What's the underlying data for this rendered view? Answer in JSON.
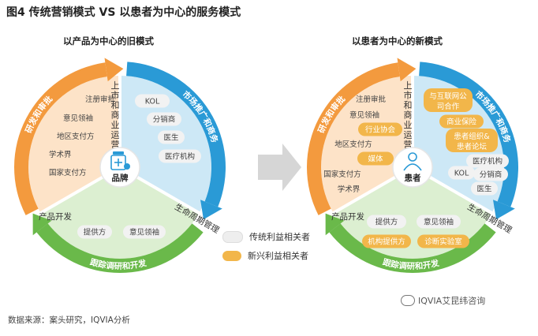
{
  "title": "图4 传统营销模式 VS 以患者为中心的服务模式",
  "left": {
    "subtitle": "以产品为中心的旧模式",
    "center_label": "品牌",
    "center_icon": "medicine-bottle-icon",
    "vertical_label": "上市和商业运营",
    "arc_left": "研发和审批",
    "arc_right": "市场推广和商务",
    "arc_bottom": "跟踪调研和开发",
    "side_left": "产品开发",
    "side_right": "生命周期管理",
    "orange_items": [
      "注册审批",
      "意见领袖",
      "地区支付方",
      "学术界",
      "国家支付方"
    ],
    "blue_items": [
      "KOL",
      "分销商",
      "医生",
      "医疗机构"
    ],
    "green_items": [
      "提供方",
      "意见领袖"
    ]
  },
  "right": {
    "subtitle": "以患者为中心的新模式",
    "center_label": "患者",
    "center_icon": "patient-person-icon",
    "vertical_label": "上市和商业运营",
    "arc_left": "研发和审批",
    "arc_right": "市场推广和商务",
    "arc_bottom": "跟踪调研和开发",
    "side_left": "产品开发",
    "side_right": "生命周期管理",
    "orange_items": [
      {
        "text": "注册审批",
        "emerging": false
      },
      {
        "text": "意见领袖",
        "emerging": false
      },
      {
        "text": "行业协会",
        "emerging": true
      },
      {
        "text": "地区支付方",
        "emerging": false
      },
      {
        "text": "媒体",
        "emerging": true
      },
      {
        "text": "国家支付方",
        "emerging": false
      },
      {
        "text": "学术界",
        "emerging": false
      }
    ],
    "blue_items": [
      {
        "text": "与互联网公司合作",
        "emerging": true
      },
      {
        "text": "商业保险",
        "emerging": true
      },
      {
        "text": "患者组织&患者论坛",
        "emerging": true
      },
      {
        "text": "医疗机构",
        "emerging": false
      },
      {
        "text": "KOL",
        "emerging": false
      },
      {
        "text": "分销商",
        "emerging": false
      },
      {
        "text": "医生",
        "emerging": false
      }
    ],
    "green_items": [
      {
        "text": "提供方",
        "emerging": false
      },
      {
        "text": "意见领袖",
        "emerging": false
      },
      {
        "text": "机构提供方",
        "emerging": true
      },
      {
        "text": "诊断实验室",
        "emerging": true
      }
    ]
  },
  "legend": {
    "traditional": "传统利益相关者",
    "emerging": "新兴利益相关者"
  },
  "source": "数据来源：案头研究，IQVIA分析",
  "watermark": "IQVIA艾昆纬咨询",
  "colors": {
    "orange": "#f39a3e",
    "orange_light": "#fde3c8",
    "blue": "#2a9ad6",
    "blue_light": "#cde8f6",
    "green": "#6ab94a",
    "green_light": "#dcefd1",
    "chip_traditional": "#f2f2f2",
    "chip_emerging": "#f2b64a",
    "arrow_gray": "#d6d6d6"
  }
}
